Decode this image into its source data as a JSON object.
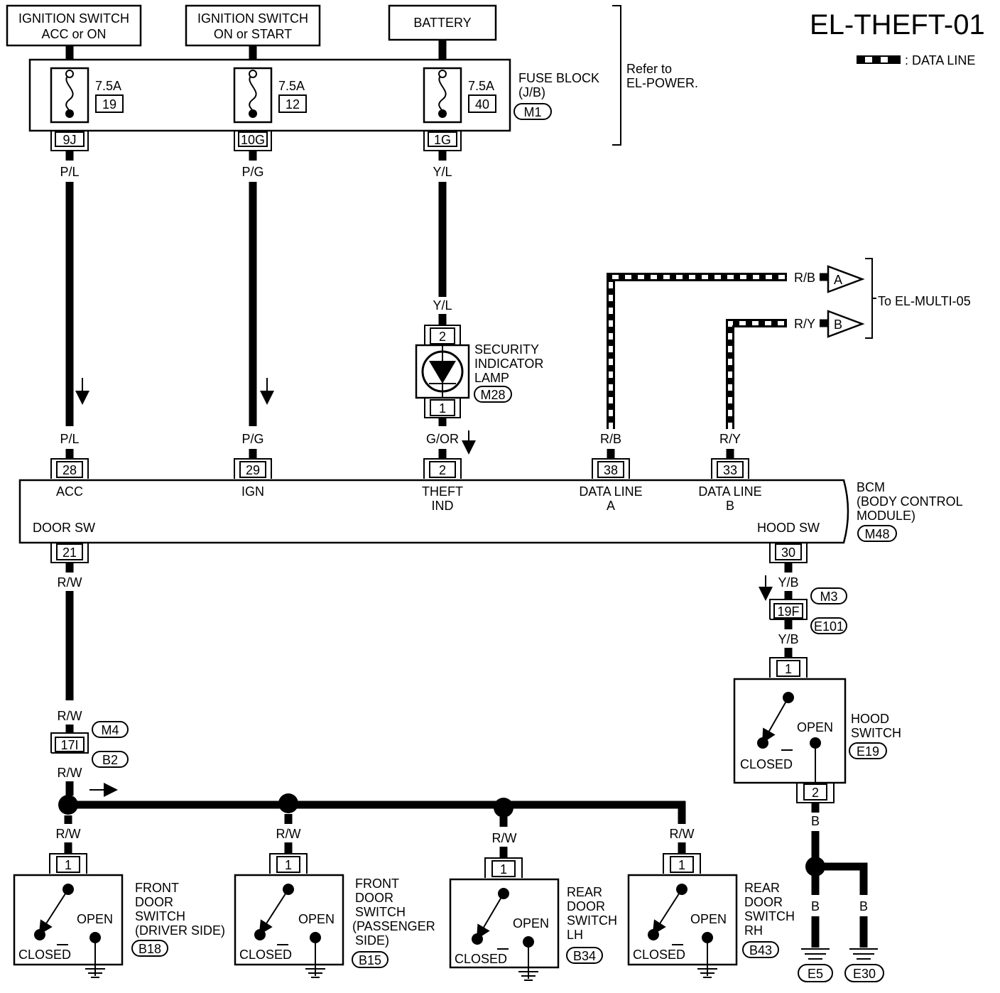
{
  "title": "EL-THEFT-01",
  "legend": {
    "data_line": ": DATA LINE"
  },
  "sources": [
    {
      "line1": "IGNITION SWITCH",
      "line2": "ACC or ON"
    },
    {
      "line1": "IGNITION SWITCH",
      "line2": "ON or START"
    },
    {
      "line1": "BATTERY"
    }
  ],
  "fuse_block": {
    "label1": "FUSE BLOCK",
    "label2": "(J/B)",
    "connector": "M1",
    "refer1": "Refer to",
    "refer2": "EL-POWER.",
    "fuses": [
      {
        "amps": "7.5A",
        "num": "19",
        "term": "9J",
        "wire": "P/L"
      },
      {
        "amps": "7.5A",
        "num": "12",
        "term": "10G",
        "wire": "P/G"
      },
      {
        "amps": "7.5A",
        "num": "40",
        "term": "1G",
        "wire": "Y/L"
      }
    ]
  },
  "lamp": {
    "line1": "SECURITY",
    "line2": "INDICATOR",
    "line3": "LAMP",
    "connector": "M28",
    "in_wire": "Y/L",
    "pin_top": "2",
    "pin_bot": "1",
    "out_wire": "G/OR"
  },
  "data_lines": {
    "a_wire": "R/B",
    "a_tag": "A",
    "b_wire": "R/Y",
    "b_tag": "B",
    "to": "To EL-MULTI-05"
  },
  "bcm": {
    "line1": "BCM",
    "line2": "(BODY CONTROL",
    "line3": "MODULE)",
    "connector": "M48",
    "pins": [
      {
        "num": "28",
        "wire": "P/L",
        "name1": "ACC"
      },
      {
        "num": "29",
        "wire": "P/G",
        "name1": "IGN"
      },
      {
        "num": "2",
        "wire": "G/OR",
        "name1": "THEFT",
        "name2": "IND"
      },
      {
        "num": "38",
        "wire": "R/B",
        "name1": "DATA LINE",
        "name2": "A"
      },
      {
        "num": "33",
        "wire": "R/Y",
        "name1": "DATA LINE",
        "name2": "B"
      }
    ],
    "door_sw": {
      "label": "DOOR SW",
      "pin": "21",
      "wire": "R/W"
    },
    "hood_sw": {
      "label": "HOOD SW",
      "pin": "30",
      "wire": "Y/B"
    }
  },
  "door_joint": {
    "wire_top": "R/W",
    "pin": "17I",
    "conn_a": "M4",
    "conn_b": "B2",
    "wire_bot": "R/W"
  },
  "hood_joint": {
    "pin": "19F",
    "conn_a": "M3",
    "conn_b": "E101",
    "wire": "Y/B"
  },
  "hood_switch": {
    "line1": "HOOD",
    "line2": "SWITCH",
    "connector": "E19",
    "pin_top": "1",
    "pin_bot": "2",
    "open": "OPEN",
    "closed": "CLOSED",
    "out_wire": "B"
  },
  "grounds": {
    "wire1": "B",
    "wire2": "B",
    "g1": "E5",
    "g2": "E30"
  },
  "door_switches": [
    {
      "wire": "R/W",
      "pin": "1",
      "l1": "FRONT",
      "l2": "DOOR",
      "l3": "SWITCH",
      "l4": "(DRIVER SIDE)",
      "l5": "",
      "conn": "B18",
      "open": "OPEN",
      "closed": "CLOSED"
    },
    {
      "wire": "R/W",
      "pin": "1",
      "l1": "FRONT",
      "l2": "DOOR",
      "l3": "SWITCH",
      "l4": "(PASSENGER",
      "l5": "SIDE)",
      "conn": "B15",
      "open": "OPEN",
      "closed": "CLOSED"
    },
    {
      "wire": "R/W",
      "pin": "1",
      "l1": "REAR",
      "l2": "DOOR",
      "l3": "SWITCH",
      "l4": "LH",
      "l5": "",
      "conn": "B34",
      "open": "OPEN",
      "closed": "CLOSED"
    },
    {
      "wire": "R/W",
      "pin": "1",
      "l1": "REAR",
      "l2": "DOOR",
      "l3": "SWITCH",
      "l4": "RH",
      "l5": "",
      "conn": "B43",
      "open": "OPEN",
      "closed": "CLOSED"
    }
  ]
}
